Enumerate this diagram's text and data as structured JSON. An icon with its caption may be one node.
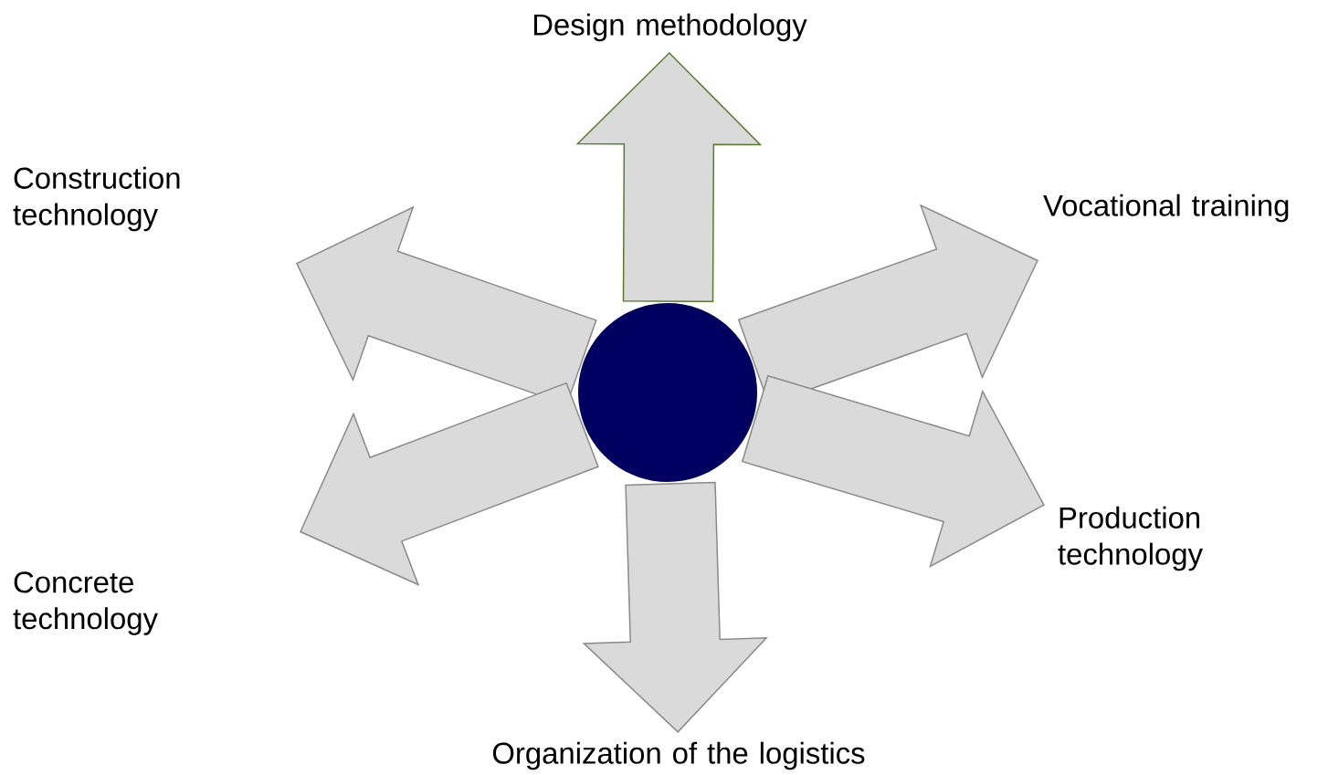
{
  "diagram": {
    "nodes": [
      {
        "text": [],
        "shape": "circle"
      },
      {
        "text": [
          "Design methodology"
        ]
      },
      {
        "text": [
          "Construction technology"
        ]
      },
      {
        "text": [
          "Vocational training"
        ]
      },
      {
        "text": [
          "Concrete technology"
        ]
      },
      {
        "text": [
          "Production technology"
        ]
      },
      {
        "text": [
          "Organization of the logistics"
        ]
      }
    ],
    "edges": [
      {
        "from": 0,
        "to": 1,
        "arrow": "to",
        "color": "#5a7a2e"
      },
      {
        "from": 0,
        "to": 2,
        "arrow": "to"
      },
      {
        "from": 0,
        "to": 3,
        "arrow": "to"
      },
      {
        "from": 0,
        "to": 4,
        "arrow": "to"
      },
      {
        "from": 0,
        "to": 5,
        "arrow": "to"
      },
      {
        "from": 0,
        "to": 6,
        "arrow": "to"
      }
    ]
  }
}
